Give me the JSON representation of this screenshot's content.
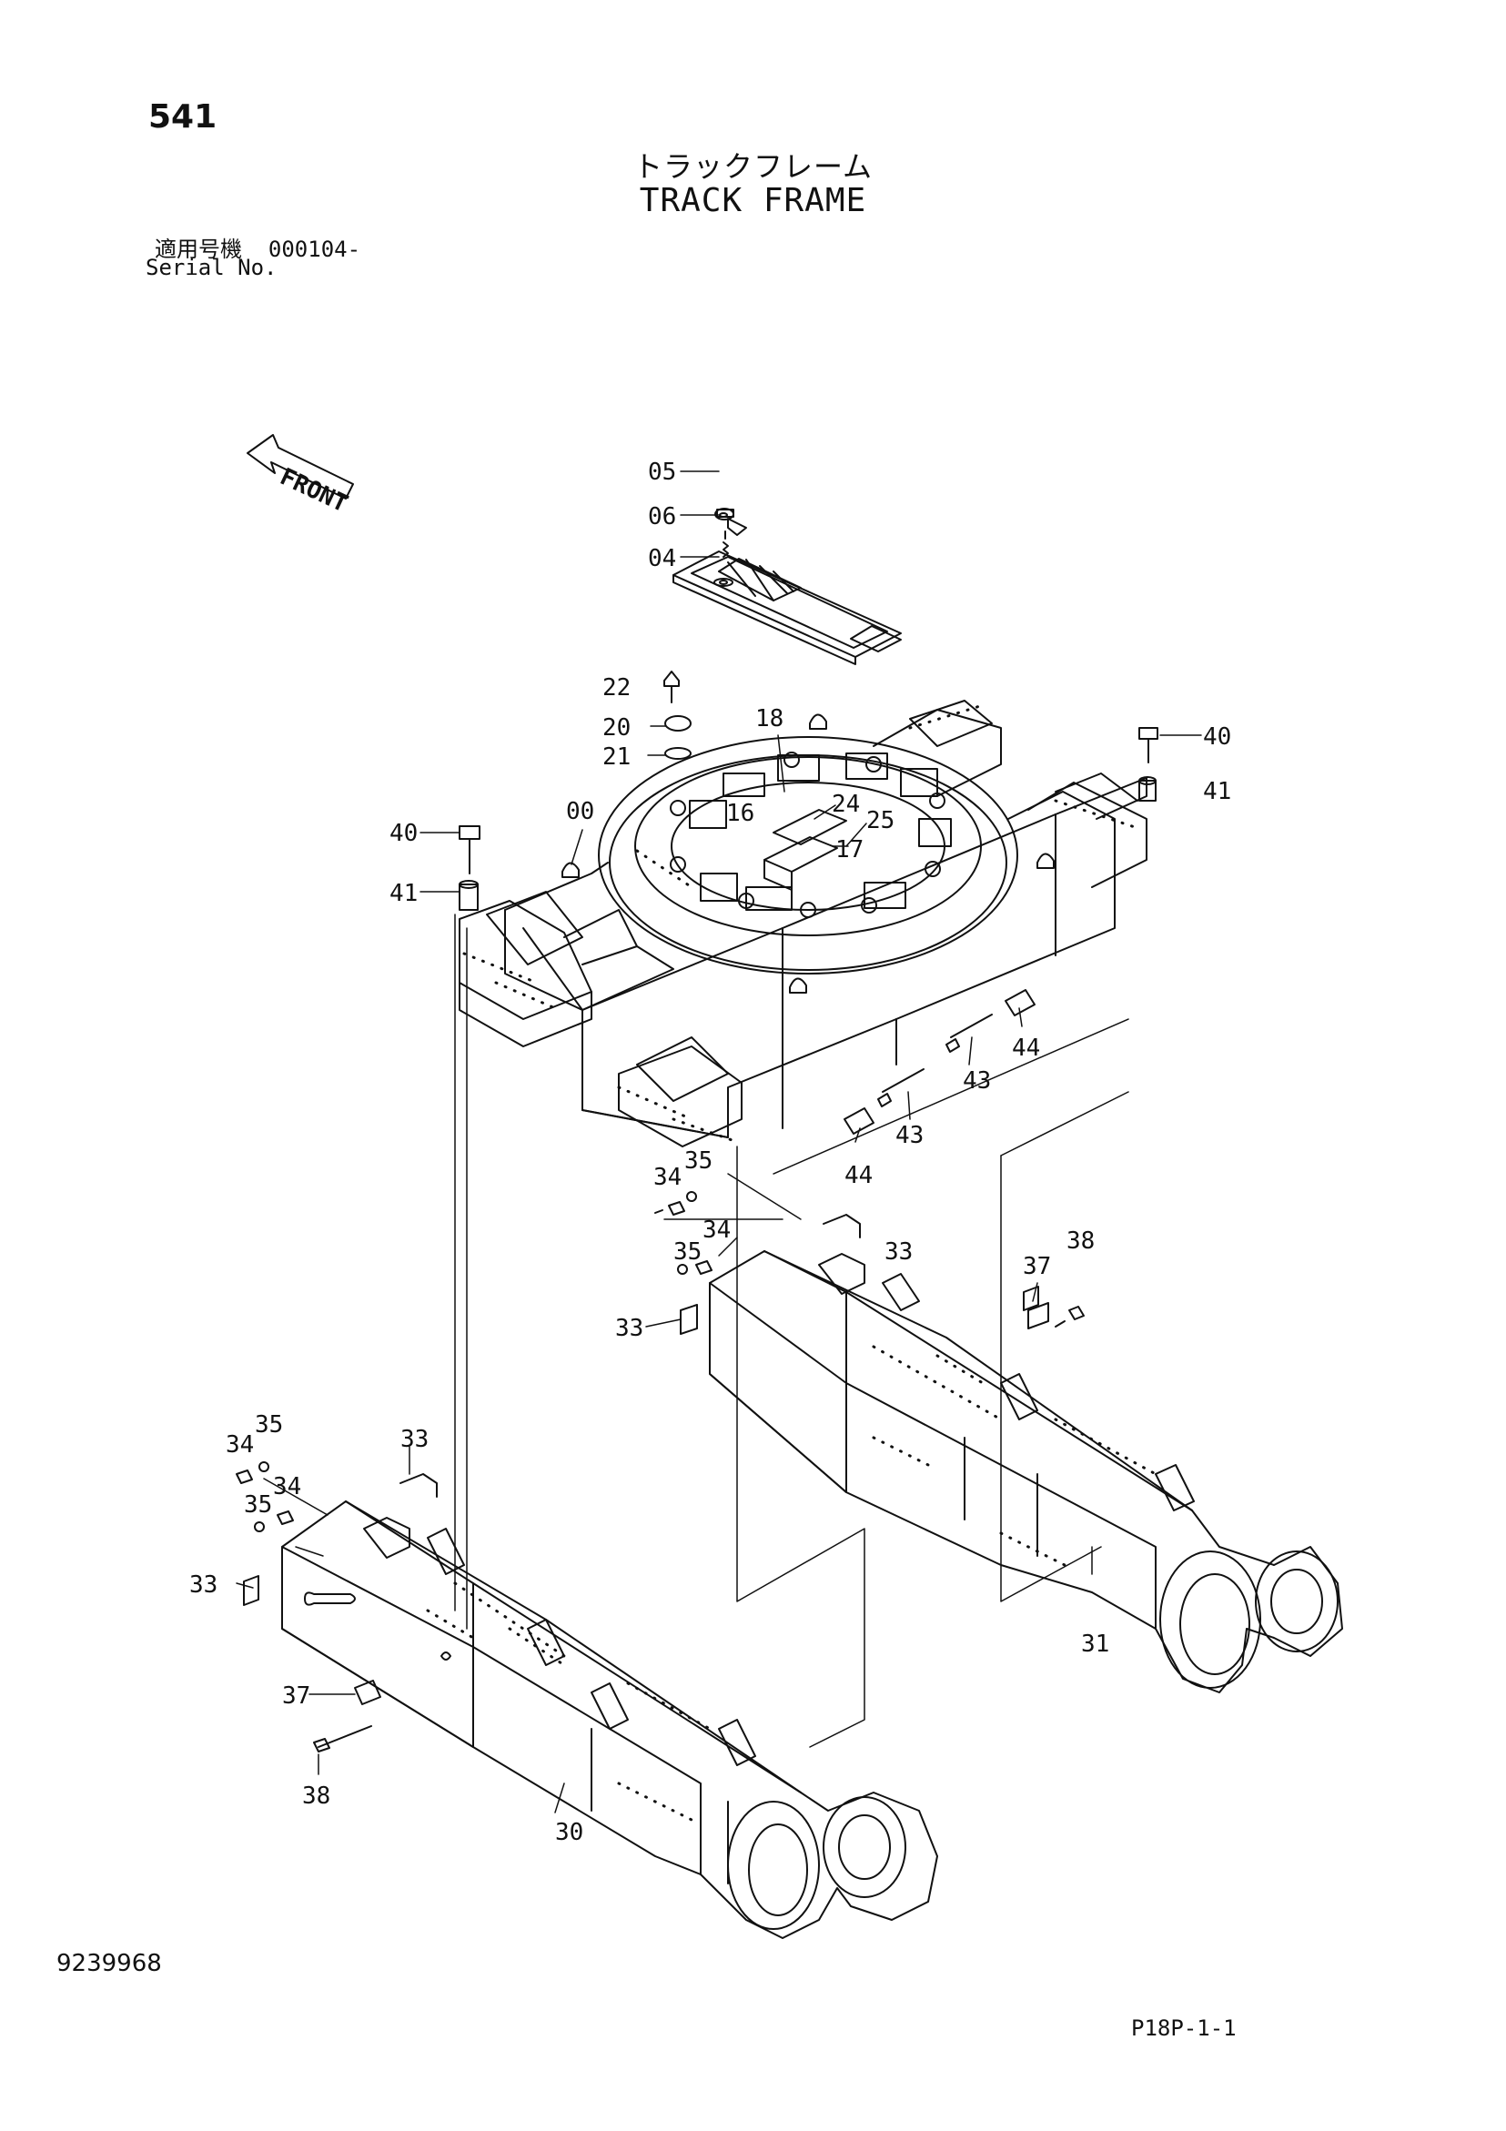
{
  "header": {
    "page_number": "541",
    "title_jp": "トラックフレーム",
    "title_en": "TRACK FRAME",
    "serial_label_jp": "適用号機",
    "serial_value": "000104-",
    "serial_label_en": "Serial No."
  },
  "diagram": {
    "front_arrow_label": "FRONT",
    "callouts": [
      "05",
      "06",
      "04",
      "22",
      "20",
      "21",
      "18",
      "24",
      "16",
      "25",
      "17",
      "00",
      "40",
      "41",
      "40",
      "41",
      "43",
      "44",
      "43",
      "44",
      "34",
      "35",
      "34",
      "35",
      "33",
      "37",
      "38",
      "33",
      "35",
      "34",
      "33",
      "34",
      "35",
      "33",
      "31",
      "37",
      "38",
      "30"
    ]
  },
  "footer": {
    "document_number": "9239968",
    "sheet_reference": "P18P-1-1"
  }
}
